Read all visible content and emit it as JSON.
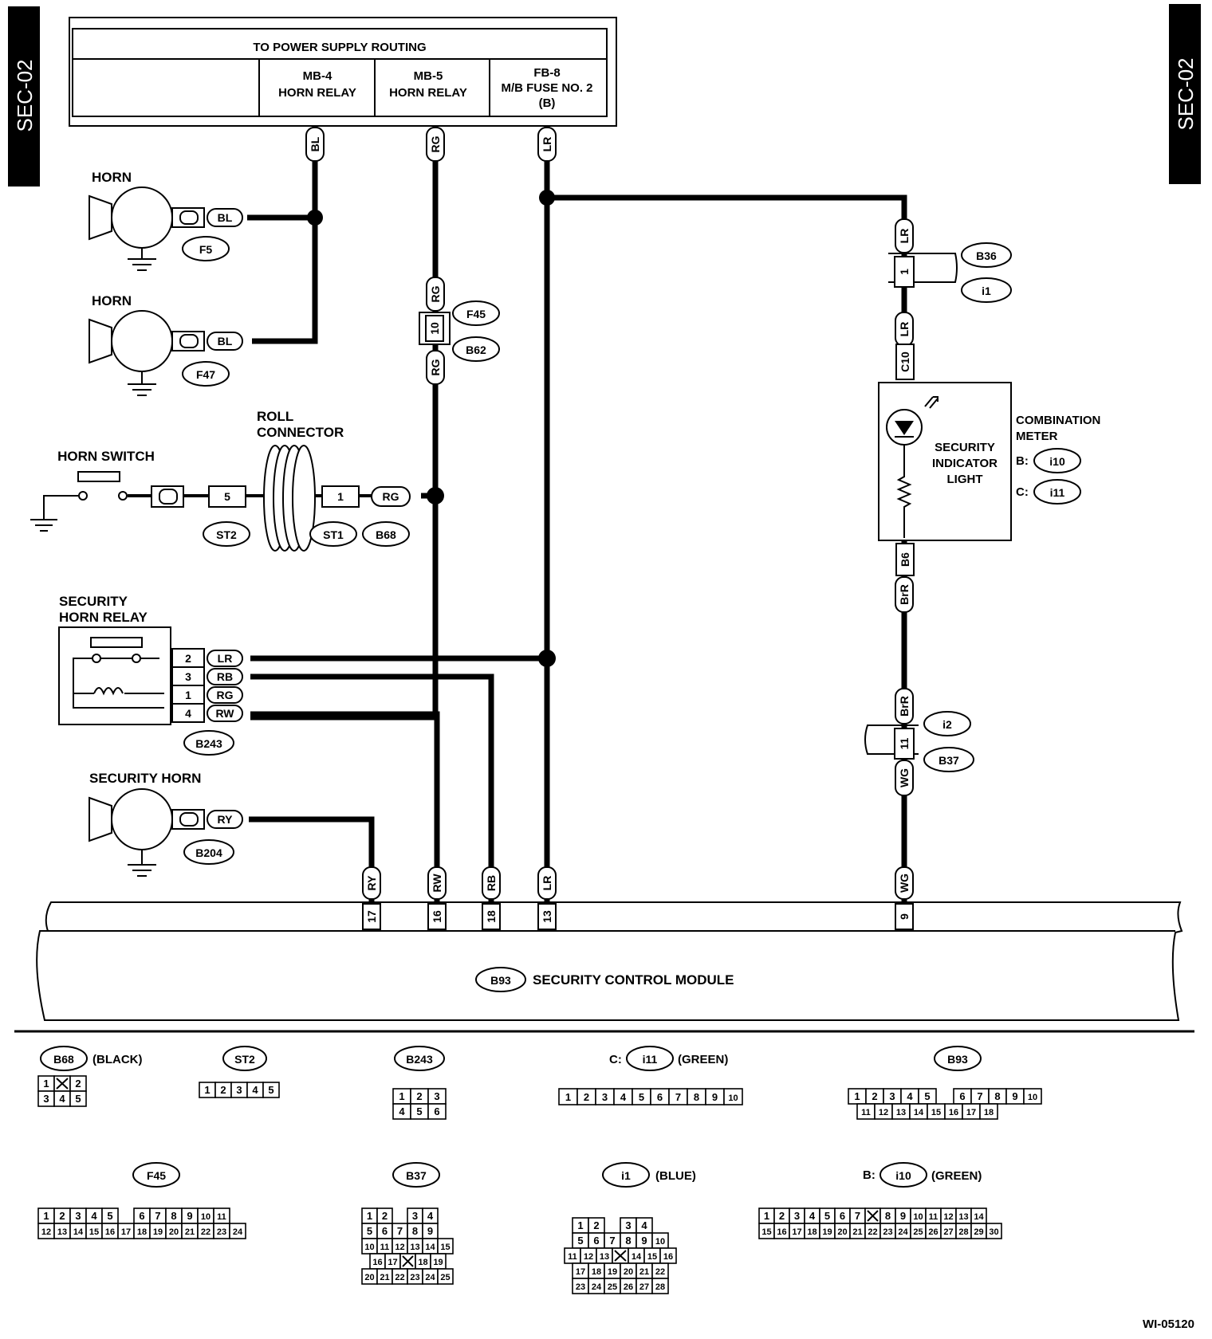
{
  "page": {
    "section_tag": "SEC-02",
    "figure_id": "WI-05120"
  },
  "header": {
    "title": "TO POWER SUPPLY ROUTING",
    "cells": [
      {
        "line1": "MB-4",
        "line2": "HORN RELAY",
        "line3": ""
      },
      {
        "line1": "MB-5",
        "line2": "HORN RELAY",
        "line3": ""
      },
      {
        "line1": "FB-8",
        "line2": "M/B FUSE NO. 2",
        "line3": "(B)"
      }
    ]
  },
  "components": {
    "horn_1": {
      "label": "HORN",
      "wire": "BL",
      "connector": "F5"
    },
    "horn_2": {
      "label": "HORN",
      "wire": "BL",
      "connector": "F47"
    },
    "horn_switch": {
      "label": "HORN SWITCH",
      "pin": "5",
      "connector": "ST2"
    },
    "roll_connector": {
      "line1": "ROLL",
      "line2": "CONNECTOR",
      "pin": "1",
      "wire": "RG",
      "connectors": [
        "ST1",
        "B68"
      ]
    },
    "rg_junction": {
      "wire_top": "RG",
      "pin": "10",
      "wire_bottom": "RG",
      "connectors": [
        "F45",
        "B62"
      ]
    },
    "security_horn_relay": {
      "line1": "SECURITY",
      "line2": "HORN RELAY",
      "connector": "B243",
      "pins": [
        {
          "pin": "2",
          "wire": "LR"
        },
        {
          "pin": "3",
          "wire": "RB"
        },
        {
          "pin": "1",
          "wire": "RG"
        },
        {
          "pin": "4",
          "wire": "RW"
        }
      ]
    },
    "security_horn": {
      "label": "SECURITY HORN",
      "wire": "RY",
      "connector": "B204"
    },
    "combination_meter": {
      "line1": "COMBINATION",
      "line2": "METER",
      "light_line1": "SECURITY",
      "light_line2": "INDICATOR",
      "light_line3": "LIGHT",
      "b_prefix": "B:",
      "b_conn": "i10",
      "c_prefix": "C:",
      "c_conn": "i11",
      "top_pin": "C10",
      "bottom_pin": "B6"
    },
    "junction_b36": {
      "wire": "LR",
      "pin": "1",
      "connectors": [
        "B36",
        "i1"
      ],
      "wire_below": "LR"
    },
    "junction_b37": {
      "wire_top": "BrR",
      "pin": "11",
      "wire_bottom": "WG",
      "connectors": [
        "i2",
        "B37"
      ],
      "wire_above": "BrR"
    },
    "top_wires": [
      "BL",
      "RG",
      "LR"
    ],
    "module": {
      "connector": "B93",
      "label": "SECURITY CONTROL MODULE",
      "pins": [
        {
          "wire": "RY",
          "pin": "17"
        },
        {
          "wire": "RW",
          "pin": "16"
        },
        {
          "wire": "RB",
          "pin": "18"
        },
        {
          "wire": "LR",
          "pin": "13"
        },
        {
          "wire": "WG",
          "pin": "9"
        }
      ]
    }
  },
  "legend": {
    "b68": {
      "id": "B68",
      "note": "(BLACK)",
      "rows": [
        [
          "1",
          "X",
          "2"
        ],
        [
          "3",
          "4",
          "5"
        ]
      ]
    },
    "st2": {
      "id": "ST2",
      "rows": [
        [
          "1",
          "2",
          "3",
          "4",
          "5"
        ]
      ]
    },
    "b243": {
      "id": "B243",
      "rows": [
        [
          "1",
          "2",
          "3"
        ],
        [
          "4",
          "5",
          "6"
        ]
      ]
    },
    "i11": {
      "prefix": "C:",
      "id": "i11",
      "note": "(GREEN)",
      "rows": [
        [
          "1",
          "2",
          "3",
          "4",
          "5",
          "6",
          "7",
          "8",
          "9",
          "10"
        ]
      ]
    },
    "b93": {
      "id": "B93",
      "rows": [
        [
          "1",
          "2",
          "3",
          "4",
          "5",
          "",
          "6",
          "7",
          "8",
          "9",
          "10"
        ],
        [
          "11",
          "12",
          "13",
          "14",
          "15",
          "16",
          "17",
          "18"
        ]
      ]
    },
    "f45": {
      "id": "F45",
      "rows": [
        [
          "1",
          "2",
          "3",
          "4",
          "5",
          "",
          "6",
          "7",
          "8",
          "9",
          "10",
          "11"
        ],
        [
          "12",
          "13",
          "14",
          "15",
          "16",
          "17",
          "18",
          "19",
          "20",
          "21",
          "22",
          "23",
          "24"
        ]
      ]
    },
    "b37": {
      "id": "B37",
      "rows": [
        [
          "1",
          "2",
          "",
          "3",
          "4"
        ],
        [
          "5",
          "6",
          "7",
          "8",
          "9"
        ],
        [
          "10",
          "11",
          "12",
          "13",
          "14",
          "15"
        ],
        [
          "16",
          "17",
          "X",
          "18",
          "19"
        ],
        [
          "20",
          "21",
          "22",
          "23",
          "24",
          "25"
        ]
      ]
    },
    "i1": {
      "id": "i1",
      "note": "(BLUE)",
      "rows": [
        [
          "1",
          "2",
          "",
          "3",
          "4"
        ],
        [
          "5",
          "6",
          "7",
          "8",
          "9",
          "10"
        ],
        [
          "11",
          "12",
          "13",
          "X",
          "14",
          "15",
          "16"
        ],
        [
          "17",
          "18",
          "19",
          "20",
          "21",
          "22"
        ],
        [
          "23",
          "24",
          "25",
          "26",
          "27",
          "28"
        ]
      ]
    },
    "i10": {
      "prefix": "B:",
      "id": "i10",
      "note": "(GREEN)",
      "rows": [
        [
          "1",
          "2",
          "3",
          "4",
          "5",
          "6",
          "7",
          "X",
          "8",
          "9",
          "10",
          "11",
          "12",
          "13",
          "14"
        ],
        [
          "15",
          "16",
          "17",
          "18",
          "19",
          "20",
          "21",
          "22",
          "23",
          "24",
          "25",
          "26",
          "27",
          "28",
          "29",
          "30"
        ]
      ]
    }
  }
}
